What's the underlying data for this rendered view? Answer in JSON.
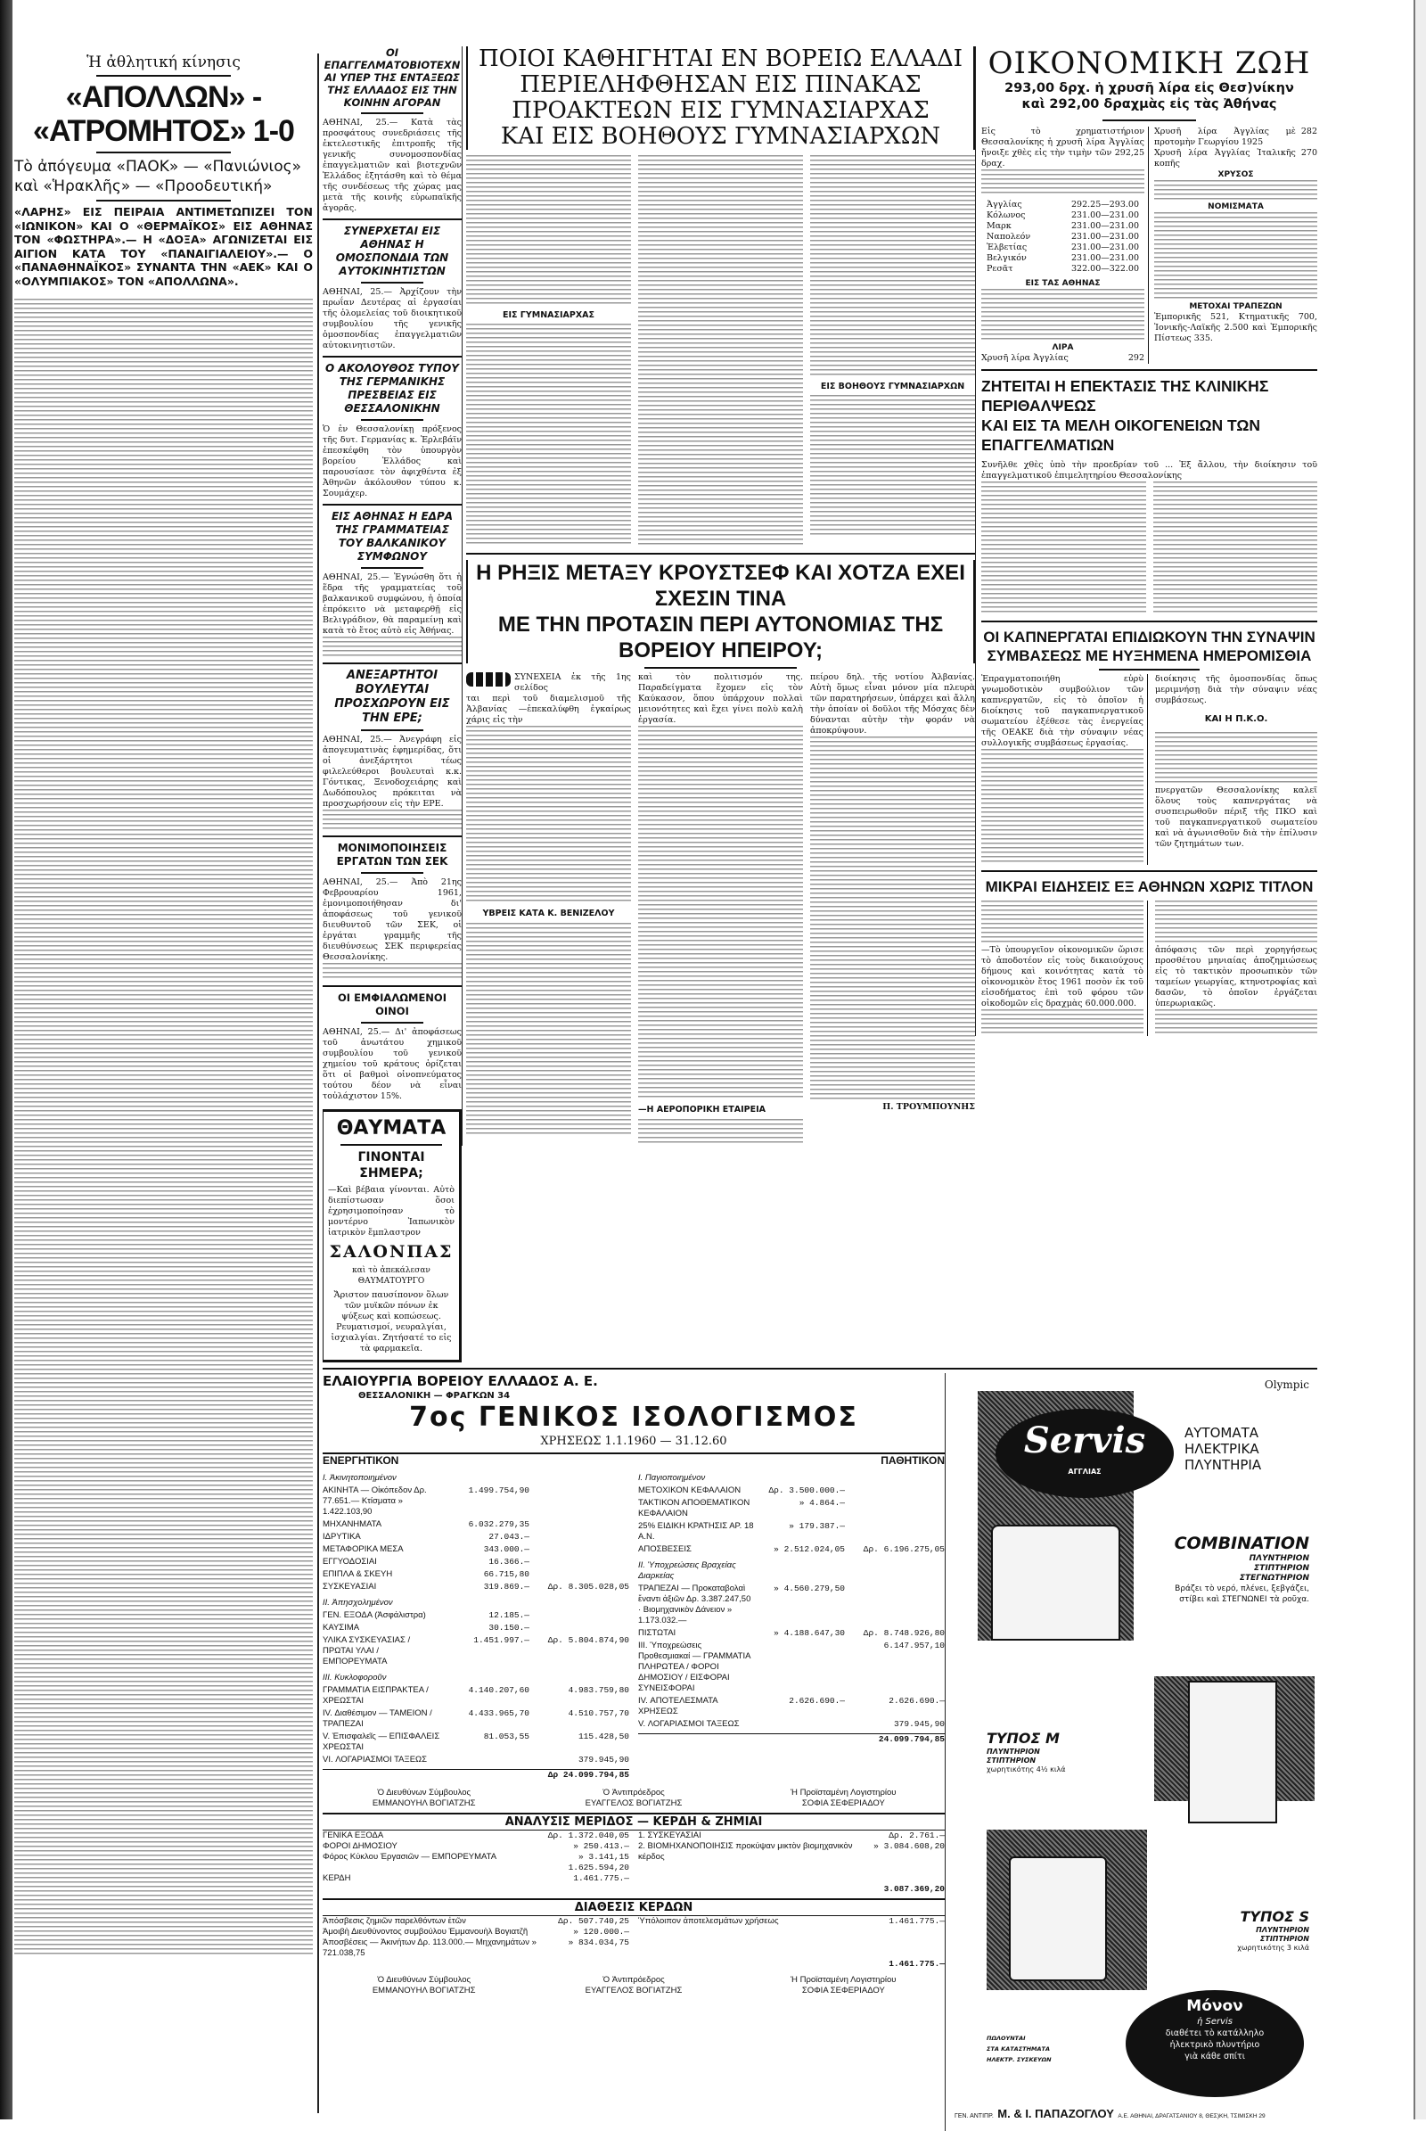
{
  "sports": {
    "kicker": "Ἡ ἀθλητική κίνησις",
    "headline": "«ΑΠΟΛΛΩΝ» - «ΑΤΡΟΜΗΤΟΣ» 1-0",
    "sub1": "Τὸ ἀπόγευμα «ΠΑΟΚ» — «Πανιώνιος»",
    "sub2": "καὶ «Ἡρακλῆς» — «Προοδευτική»",
    "deck": "«ΛΑΡΗΣ» ΕΙΣ ΠΕΙΡΑΙΑ ΑΝΤΙΜΕΤΩΠΙΖΕΙ ΤΟΝ «ΙΩΝΙΚΟΝ» ΚΑΙ Ο «ΘΕΡΜΑΪΚΟΣ» ΕΙΣ ΑΘΗΝΑΣ ΤΟΝ «ΦΩΣΤΗΡΑ».— Η «ΔΟΞΑ» ΑΓΩΝΙΖΕΤΑΙ ΕΙΣ ΑΙΓΙΟΝ ΚΑΤΑ ΤΟΥ «ΠΑΝΑΙΓΙΑΛΕΙΟΥ».— Ο «ΠΑΝΑΘΗΝΑΪΚΟΣ» ΣΥΝΑΝΤΑ ΤΗΝ «ΑΕΚ» ΚΑΙ Ο «ΟΛΥΜΠΙΑΚΟΣ» ΤΟΝ «ΑΠΟΛΛΩΝΑ»."
  },
  "col2": [
    {
      "title": "ΟΙ ΕΠΑΓΓΕΛΜΑΤΟΒΙΟΤΕΧΝΑΙ ΥΠΕΡ ΤΗΣ ΕΝΤΑΞΕΩΣ ΤΗΣ ΕΛΛΑΔΟΣ ΕΙΣ ΤΗΝ ΚΟΙΝΗΝ ΑΓΟΡΑΝ",
      "text": "ΑΘΗΝΑΙ, 25.— Κατὰ τὰς προσφάτους συνεδριάσεις τῆς ἐκτελεστικῆς ἐπιτροπῆς τῆς γενικῆς συνομοσπονδίας ἐπαγγελματιῶν καὶ βιοτεχνῶν Ἑλλάδος ἐξητάσθη καὶ τὸ θέμα τῆς συνδέσεως τῆς χώρας μας μετὰ τῆς κοινῆς εὐρωπαϊκῆς ἀγορᾶς."
    },
    {
      "title": "ΣΥΝΕΡΧΕΤΑΙ ΕΙΣ ΑΘΗΝΑΣ Η ΟΜΟΣΠΟΝΔΙΑ ΤΩΝ ΑΥΤΟΚΙΝΗΤΙΣΤΩΝ",
      "text": "ΑΘΗΝΑΙ, 25.— Ἀρχίζουν τὴν πρωΐαν Δευτέρας αἱ ἐργασίαι τῆς ὁλομελείας τοῦ διοικητικοῦ συμβουλίου τῆς γενικῆς ὁμοσπονδίας ἐπαγγελματιῶν αὐτοκινητιστῶν."
    },
    {
      "title": "Ο ΑΚΟΛΟΥΘΟΣ ΤΥΠΟΥ ΤΗΣ ΓΕΡΜΑΝΙΚΗΣ ΠΡΕΣΒΕΙΑΣ ΕΙΣ ΘΕΣΣΑΛΟΝΙΚΗΝ",
      "text": "Ὁ ἐν Θεσσαλονίκῃ πρόξενος τῆς δυτ. Γερμανίας κ. Ἐρλεβάϊν ἐπεσκέφθη τὸν ὑπουργὸν βορείου Ἑλλάδος καὶ παρουσίασε τὸν ἀφιχθέντα ἐξ Ἀθηνῶν ἀκόλουθον τύπου κ. Σουμάχερ."
    },
    {
      "title": "ΕΙΣ ΑΘΗΝΑΣ Η ΕΔΡΑ ΤΗΣ ΓΡΑΜΜΑΤΕΙΑΣ ΤΟΥ ΒΑΛΚΑΝΙΚΟΥ ΣΥΜΦΩΝΟΥ",
      "text": "ΑΘΗΝΑΙ, 25.— Ἐγνώσθη ὅτι ἡ ἕδρα τῆς γραμματείας τοῦ βαλκανικοῦ συμφώνου, ἡ ὁποία ἐπρόκειτο νὰ μεταφερθῇ εἰς Βελιγράδιον, θὰ παραμείνῃ καὶ κατὰ τὸ ἔτος αὐτὸ εἰς Ἀθήνας."
    },
    {
      "title": "ΑΝΕΞΑΡΤΗΤΟΙ ΒΟΥΛΕΥΤΑΙ ΠΡΟΣΧΩΡΟΥΝ ΕΙΣ ΤΗΝ ΕΡΕ;",
      "text": "ΑΘΗΝΑΙ, 25.— Ἀνεγράφη εἰς ἀπογευματινὰς ἐφημερίδας, ὅτι οἱ ἀνεξάρτητοι τέως φιλελεύθεροι βουλευταὶ κ.κ. Γόντικας, Ξενοδοχειάρης καὶ Δωδόπουλος πρόκειται νὰ προσχωρήσουν εἰς τὴν ΕΡΕ."
    },
    {
      "title": "ΜΟΝΙΜΟΠΟΙΗΣΕΙΣ ΕΡΓΑΤΩΝ ΤΩΝ ΣΕΚ",
      "text": "ΑΘΗΝΑΙ, 25.— Ἀπὸ 21ης Φεβρουαρίου 1961, ἐμονιμοποιήθησαν δι' ἀποφάσεως τοῦ γενικοῦ διευθυντοῦ τῶν ΣΕΚ, οἱ ἐργάται γραμμῆς τῆς διευθύνσεως ΣΕΚ περιφερείας Θεσσαλονίκης."
    },
    {
      "title": "ΟΙ ΕΜΦΙΑΛΩΜΕΝΟΙ ΟΙΝΟΙ",
      "text": "ΑΘΗΝΑΙ, 25.— Δι' ἀποφάσεως τοῦ ἀνωτάτου χημικοῦ συμβουλίου τοῦ γενικοῦ χημείου τοῦ κράτους ὁρίζεται ὅτι οἱ βαθμοὶ οἰνοπνεύματος τούτου δέον νὰ εἶναι τοὐλάχιστον 15%."
    }
  ],
  "salonpas_ad": {
    "title": "ΘΑΥΜΑΤΑ",
    "subtitle": "ΓΙΝΟΝΤΑΙ ΣΗΜΕΡΑ;",
    "intro": "—Καὶ βέβαια γίνονται. Αὐτὸ διεπίστωσαν ὅσοι ἐχρησιμοποίησαν τὸ μοντέρνο Ἰαπωνικὸν ἰατρικὸν ἔμπλαστρον",
    "brand": "ΣΑΛΟΝΠΑΣ",
    "tagline": "καὶ τὸ ἀπεκάλεσαν ΘΑΥΜΑΤΟΥΡΓΟ",
    "body": "Ἄριστον παυσίπονον ὅλων τῶν μυϊκῶν πόνων ἐκ ψύξεως καὶ κοπώσεως. Ρευματισμοί, νευραλγίαι, ἰσχιαλγίαι. Ζητήσατέ το εἰς τὰ φαρμακεῖα."
  },
  "teachers": {
    "headline": [
      "ΠΟΙΟΙ ΚΑΘΗΓΗΤΑΙ ΕΝ ΒΟΡΕΙΩ ΕΛΛΑΔΙ",
      "ΠΕΡΙΕΛΗΦΘΗΣΑΝ ΕΙΣ ΠΙΝΑΚΑΣ",
      "ΠΡΟΑΚΤΕΩΝ ΕΙΣ ΓΥΜΝΑΣΙΑΡΧΑΣ",
      "ΚΑΙ ΕΙΣ ΒΟΗΘΟΥΣ ΓΥΜΝΑΣΙΑΡΧΩΝ"
    ],
    "subheads": [
      "ΕΙΣ ΓΥΜΝΑΣΙΑΡΧΑΣ",
      "ΕΙΣ ΒΟΗΘΟΥΣ ΓΥΜΝΑΣΙΑΡΧΩΝ"
    ]
  },
  "albania": {
    "headline": [
      "Η ΡΗΞΙΣ ΜΕΤΑΞΥ ΚΡΟΥΣΤΣΕΦ ΚΑΙ ΧΟΤΖΑ ΕΧΕΙ ΣΧΕΣΙΝ ΤΙΝΑ",
      "ΜΕ ΤΗΝ ΠΡΟΤΑΣΙΝ ΠΕΡΙ ΑΥΤΟΝΟΜΙΑΣ ΤΗΣ ΒΟΡΕΙΟΥ ΗΠΕΙΡΟΥ;"
    ],
    "continued": "ΣΥΝΕΧΕΙΑ ἐκ τῆς 1ης σελίδος",
    "lead": "ται περὶ τοῦ διαμελισμοῦ τῆς Ἀλβανίας —ἐπεκαλύφθη ἐγκαίρως χάρις εἰς τὴν",
    "col2": "καὶ τὸν πολιτισμόν της. Παραδείγματα ἔχομεν εἰς τὸν Καύκασον, ὅπου ὑπάρχουν πολλαὶ μειονότητες καὶ ἔχει γίνει πολὺ καλὴ ἐργασία.",
    "col3": "πείρου δηλ. τῆς νοτίου Ἀλβανίας. Αὐτὴ ὅμως εἶναι μόνον μία πλευρὰ τῶν παρατηρήσεων, ὑπάρχει καὶ ἄλλη τὴν ὁποίαν οἱ δοῦλοι τῆς Μόσχας δὲν δύνανται αὐτὴν τὴν φοράν νὰ ἀποκρύψουν.",
    "subhead": "ΥΒΡΕΙΣ ΚΑΤΑ Κ. ΒΕΝΙΖΕΛΟΥ",
    "subhead2": "—Η ΑΕΡΟΠΟΡΙΚΗ ΕΤΑΙΡΕΙΑ",
    "byline": "Π. ΤΡΟΥΜΠΟΥΝΗΣ"
  },
  "economy": {
    "headline": "ΟΙΚΟΝΟΜΙΚΗ ΖΩΗ",
    "sub1": "293,00 δρχ. ἡ χρυσῆ λίρα εἰς Θεσ)νίκην",
    "sub2": "καὶ 292,00 δραχμὰς εἰς τὰς Ἀθήνας",
    "lead": "Εἰς τὸ χρηματιστήριον Θεσσαλονίκης ἡ χρυσῆ λίρα Ἀγγλίας ἤνοιξε χθὲς εἰς τὴν τιμὴν τῶν 292,25 δραχ.",
    "coin_rows": [
      {
        "label": "Χρυσῆ λίρα Ἀγγλίας μὲ προτομὴν Γεωργίου 1925",
        "value": "282"
      },
      {
        "label": "Χρυσῆ λίρα Ἀγγλίας Ἰταλικῆς κοπῆς",
        "value": "270"
      }
    ],
    "currency_rows": [
      {
        "label": "Ἀγγλίας",
        "value": "292.25—293.00"
      },
      {
        "label": "Κόλωνος",
        "value": "231.00—231.00"
      },
      {
        "label": "Μαρκ",
        "value": "231.00—231.00"
      },
      {
        "label": "Ναπολεόν",
        "value": "231.00—231.00"
      },
      {
        "label": "Ἑλβετίας",
        "value": "231.00—231.00"
      },
      {
        "label": "Βελγικόν",
        "value": "231.00—231.00"
      },
      {
        "label": "Ρεσᾶτ",
        "value": "322.00—322.00"
      }
    ],
    "athens_head": "ΕΙΣ ΤΑΣ ΑΘΗΝΑΣ",
    "section_gold": "ΧΡΥΣΟΣ",
    "section_notes": "ΝΟΜΙΣΜΑΤΑ",
    "section_banks": "ΜΕΤΟΧΑΙ ΤΡΑΠΕΖΩΝ",
    "banks_text": "Ἐμπορικῆς 521, Κτηματικῆς 700, Ἰονικῆς-Λαϊκῆς 2.500 καὶ Ἐμπορικῆς Πίστεως 335.",
    "lira_head": "ΛΙΡΑ",
    "lira_label": "Χρυσῆ λίρα Ἀγγλίας",
    "lira_value": "292"
  },
  "clinical": {
    "headline": [
      "ΖΗΤΕΙΤΑΙ Η ΕΠΕΚΤΑΣΙΣ ΤΗΣ ΚΛΙΝΙΚΗΣ ΠΕΡΙΘΑΛΨΕΩΣ",
      "ΚΑΙ ΕΙΣ ΤΑ ΜΕΛΗ ΟΙΚΟΓΕΝΕΙΩΝ ΤΩΝ ΕΠΑΓΓΕΛΜΑΤΙΩΝ"
    ],
    "lead": "Συνῆλθε χθὲς ὑπὸ τὴν προεδρίαν τοῦ ... Ἐξ ἄλλου, τὴν διοίκησιν τοῦ ἐπαγγελματικοῦ ἐπιμελητηρίου Θεσσαλονίκης"
  },
  "tobacco": {
    "headline": [
      "ΟΙ ΚΑΠΝΕΡΓΑΤΑΙ ΕΠΙΔΙΩΚΟΥΝ ΤΗΝ ΣΥΝΑΨΙΝ",
      "ΣΥΜΒΑΣΕΩΣ ΜΕ ΗΥΞΗΜΕΝΑ ΗΜΕΡΟΜΙΣΘΙΑ"
    ],
    "lead": "Ἐπραγματοποιήθη εὐρὺ γνωμοδοτικὸν συμβούλιον τῶν καπνεργατῶν, εἰς τὸ ὁποῖον ἡ διοίκησις τοῦ παγκαπνεργατικοῦ σωματείου ἐξέθεσε τὰς ἐνεργείας τῆς ΟΕΑΚΕ διὰ τὴν σύναψιν νέας συλλογικῆς συμβάσεως ἐργασίας.",
    "right": "διοίκησις τῆς ὁμοσπονδίας ὅπως μεριμνήσῃ διὰ τὴν σύναψιν νέας συμβάσεως.",
    "subhead": "ΚΑΙ Η Π.Κ.Ο.",
    "end": "πνεργατῶν Θεσσαλονίκης καλεῖ ὅλους τοὺς καπνεργάτας νὰ συσπειρωθοῦν πέριξ τῆς ΠΚΟ καὶ τοῦ παγκαπνεργατικοῦ σωματείου καὶ νὰ ἀγωνισθοῦν διὰ τὴν ἐπίλυσιν τῶν ζητημάτων των."
  },
  "brief": {
    "headline": "ΜΙΚΡΑΙ ΕΙΔΗΣΕΙΣ ΕΞ ΑΘΗΝΩΝ ΧΩΡΙΣ ΤΙΤΛΟΝ",
    "left": "—Τὸ ὑπουργεῖον οἰκονομικῶν ὥρισε τὸ ἀποδοτέον εἰς τοὺς δικαιούχους δήμους καὶ κοινότητας κατὰ τὸ οἰκονομικὸν ἔτος 1961 ποσὸν ἐκ τοῦ εἰσοδήματος ἐπὶ τοῦ φόρου τῶν οἰκοδομῶν εἰς δραχμὰς 60.000.000.",
    "right": "ἀπόφασις τῶν περὶ χορηγήσεως προσθέτου μηνιαίας ἀποζημιώσεως εἰς τὸ τακτικὸν προσωπικὸν τῶν ταμείων γεωργίας, κτηνοτροφίας καὶ δασῶν, τὸ ὁποῖον ἐργάζεται ὑπερωριακῶς."
  },
  "balance": {
    "company": "ΕΛΑΙΟΥΡΓΙΑ ΒΟΡΕΙΟΥ ΕΛΛΑΔΟΣ Α. Ε.",
    "address": "ΘΕΣΣΑΛΟΝΙΚΗ — ΦΡΑΓΚΩΝ 34",
    "title": "7ος ΓΕΝΙΚΟΣ ΙΣΟΛΟΓΙΣΜΟΣ",
    "period": "ΧΡΗΣΕΩΣ 1.1.1960 — 31.12.60",
    "assets_head": "ΕΝΕΡΓΗΤΙΚΟΝ",
    "liab_head": "ΠΑΘΗΤΙΚΟΝ",
    "assets": [
      {
        "label": "I. Ἀκινητοποιημένον",
        "amount": "",
        "total": "",
        "head": true
      },
      {
        "label": "ΑΚΙΝΗΤΑ — Οἰκόπεδον Δρ. 77.651.— Κτίσματα » 1.422.103,90",
        "amount": "1.499.754,90",
        "total": ""
      },
      {
        "label": "ΜΗΧΑΝΗΜΑΤΑ",
        "amount": "6.032.279,35",
        "total": ""
      },
      {
        "label": "ΙΔΡΥΤΙΚΑ",
        "amount": "27.043.—",
        "total": ""
      },
      {
        "label": "ΜΕΤΑΦΟΡΙΚΑ ΜΕΣΑ",
        "amount": "343.000.—",
        "total": ""
      },
      {
        "label": "ΕΓΓΥΟΔΟΣΙΑΙ",
        "amount": "16.366.—",
        "total": ""
      },
      {
        "label": "ΕΠΙΠΛΑ & ΣΚΕΥΗ",
        "amount": "66.715,80",
        "total": ""
      },
      {
        "label": "ΣΥΣΚΕΥΑΣΙΑΙ",
        "amount": "319.869.—",
        "total": "Δρ. 8.305.028,05"
      },
      {
        "label": "II. Ἀπησχολημένον",
        "amount": "",
        "total": "",
        "head": true
      },
      {
        "label": "ΓΕΝ. ΕΞΟΔΑ (Ἀσφάλιστρα)",
        "amount": "12.185.—",
        "total": ""
      },
      {
        "label": "ΚΑΥΣΙΜΑ",
        "amount": "30.150.—",
        "total": ""
      },
      {
        "label": "ΥΛΙΚΑ ΣΥΣΚΕΥΑΣΙΑΣ / ΠΡΩΤΑΙ ΥΛΑΙ / ΕΜΠΟΡΕΥΜΑΤΑ",
        "amount": "1.451.997.—",
        "total": "Δρ. 5.804.874,90"
      },
      {
        "label": "III. Κυκλοφοροῦν",
        "amount": "",
        "total": "",
        "head": true
      },
      {
        "label": "ΓΡΑΜΜΑΤΙΑ ΕΙΣΠΡΑΚΤΕΑ / ΧΡΕΩΣΤΑΙ",
        "amount": "4.140.207,60",
        "total": "4.983.759,80"
      },
      {
        "label": "IV. Διαθέσιμον — ΤΑΜΕΙΟΝ / ΤΡΑΠΕΖΑΙ",
        "amount": "4.433.965,70",
        "total": "4.510.757,70"
      },
      {
        "label": "V. Ἐπισφαλεῖς — ΕΠΙΣΦΑΛΕΙΣ ΧΡΕΩΣΤΑΙ",
        "amount": "81.053,55",
        "total": "115.428,50"
      },
      {
        "label": "VI. ΛΟΓΑΡΙΑΣΜΟΙ ΤΑΞΕΩΣ",
        "amount": "",
        "total": "379.945,90"
      }
    ],
    "assets_total": "Δρ 24.099.794,85",
    "liabilities": [
      {
        "label": "I. Παγιοποιημένον",
        "amount": "",
        "total": "",
        "head": true
      },
      {
        "label": "ΜΕΤΟΧΙΚΟΝ ΚΕΦΑΛΑΙΟΝ",
        "amount": "Δρ. 3.500.000.—",
        "total": ""
      },
      {
        "label": "ΤΑΚΤΙΚΟΝ ΑΠΟΘΕΜΑΤΙΚΟΝ ΚΕΦΑΛΑΙΟΝ",
        "amount": "» 4.864.—",
        "total": ""
      },
      {
        "label": "25% ΕΙΔΙΚΗ ΚΡΑΤΗΣΙΣ ΑΡ. 18 Α.Ν.",
        "amount": "» 179.387.—",
        "total": ""
      },
      {
        "label": "ΑΠΟΣΒΕΣΕΙΣ",
        "amount": "» 2.512.024,05",
        "total": "Δρ. 6.196.275,05"
      },
      {
        "label": "II. Ὑποχρεώσεις Βραχείας Διαρκείας",
        "amount": "",
        "total": "",
        "head": true
      },
      {
        "label": "ΤΡΑΠΕΖΑΙ — Προκαταβολαὶ ἔναντι ἀξιῶν Δρ. 3.387.247,50 · Βιομηχανικὸν Δάνειον » 1.173.032.—",
        "amount": "» 4.560.279,50",
        "total": ""
      },
      {
        "label": "ΠΙΣΤΩΤΑΙ",
        "amount": "» 4.188.647,30",
        "total": "Δρ. 8.748.926,80"
      },
      {
        "label": "III. Ὑποχρεώσεις Προθεσμιακαί — ΓΡΑΜΜΑΤΙΑ ΠΛΗΡΩΤΕΑ / ΦΟΡΟΙ ΔΗΜΟΣΙΟΥ / ΕΙΣΦΟΡΑΙ ΣΥΝΕΙΣΦΟΡΑΙ",
        "amount": "",
        "total": "6.147.957,10"
      },
      {
        "label": "IV. ΑΠΟΤΕΛΕΣΜΑΤΑ ΧΡΗΣΕΩΣ",
        "amount": "2.626.690.—",
        "total": "2.626.690.—"
      },
      {
        "label": "V. ΛΟΓΑΡΙΑΣΜΟΙ ΤΑΞΕΩΣ",
        "amount": "",
        "total": "379.945,90"
      }
    ],
    "liab_total": "24.099.794,85",
    "signatures": [
      {
        "role": "Ὁ Διευθύνων Σύμβουλος",
        "name": "ΕΜΜΑΝΟΥΗΛ ΒΟΓΙΑΤΖΗΣ"
      },
      {
        "role": "Ὁ Ἀντιπρόεδρος",
        "name": "ΕΥΑΓΓΕΛΟΣ ΒΟΓΙΑΤΖΗΣ"
      },
      {
        "role": "Ἡ Προϊσταμένη Λογιστηρίου",
        "name": "ΣΟΦΙΑ ΣΕΦΕΡΙΑΔΟΥ"
      }
    ],
    "pl_title": "ΑΝΑΛΥΣΙΣ ΜΕΡΙΔΟΣ — ΚΕΡΔΗ & ΖΗΜΙΑΙ",
    "pl_debit": [
      {
        "label": "ΓΕΝΙΚΑ ΕΞΟΔΑ",
        "amount": "Δρ. 1.372.040,05"
      },
      {
        "label": "ΦΟΡΟΙ ΔΗΜΟΣΙΟΥ",
        "amount": "» 250.413.—"
      },
      {
        "label": "Φόρος Κύκλου Ἐργασιῶν — ΕΜΠΟΡΕΥΜΑΤΑ",
        "amount": "» 3.141,15"
      },
      {
        "label": "",
        "amount": "1.625.594,20"
      },
      {
        "label": "ΚΕΡΔΗ",
        "amount": "1.461.775.—"
      }
    ],
    "pl_credit": [
      {
        "label": "1. ΣΥΣΚΕΥΑΣΙΑΙ",
        "amount": "Δρ. 2.761.—"
      },
      {
        "label": "2. ΒΙΟΜΗΧΑΝΟΠΟΙΗΣΙΣ προκύψαν μικτὸν βιομηχανικὸν κέρδος",
        "amount": "» 3.084.608,20"
      }
    ],
    "pl_total": "3.087.369,20",
    "dist_title": "ΔΙΑΘΕΣΙΣ ΚΕΡΔΩΝ",
    "dist_debit": [
      {
        "label": "Ἀπόσβεσις ζημιῶν παρελθόντων ἐτῶν",
        "amount": "Δρ. 507.740,25"
      },
      {
        "label": "Ἀμοιβὴ Διευθύνοντος συμβούλου Ἐμμανουὴλ Βογιατζῆ",
        "amount": "» 120.000.—"
      },
      {
        "label": "Ἀποσβέσεις — Ἀκινήτων Δρ. 113.000.— Μηχανημάτων » 721.038,75",
        "amount": "» 834.034,75"
      }
    ],
    "dist_credit": {
      "label": "Ὑπόλοιπον ἀποτελεσμάτων χρήσεως",
      "amount": "1.461.775.—"
    },
    "dist_total": "1.461.775.—"
  },
  "servis_ad": {
    "sponsor": "Olympic",
    "brand": "Servis",
    "origin": "ΑΓΓΛΙΑΣ",
    "headline": [
      "ΑΥΤΟΜΑΤΑ",
      "ΗΛΕΚΤΡΙΚΑ",
      "ΠΛΥΝΤΗΡΙΑ"
    ],
    "combo_title": "COMBINATION",
    "combo_lines": [
      "ΠΛΥΝΤΗΡΙΟΝ",
      "ΣΤΙΠΤΗΡΙΟΝ",
      "ΣΤΕΓΝΩΤΗΡΙΟΝ"
    ],
    "combo_desc": "Βράζει τὸ νερό, πλένει, ξεβγάζει, στίβει καὶ ΣΤΕΓΝΩΝΕΙ τὰ ροῦχα.",
    "type_m": "ΤΥΠΟΣ Μ",
    "type_m_lines": [
      "ΠΛΥΝΤΗΡΙΟΝ",
      "ΣΤΙΠΤΗΡΙΟΝ"
    ],
    "type_m_cap": "χωρητικότης 4½ κιλά",
    "type_s": "ΤΥΠΟΣ S",
    "type_s_lines": [
      "ΠΛΥΝΤΗΡΙΟΝ",
      "ΣΤΙΠΤΗΡΙΟΝ"
    ],
    "type_s_cap": "χωρητικότης 3 κιλά",
    "sold": [
      "ΠΩΛΟΥΝΤΑΙ",
      "ΣΤΑ ΚΑΤΑΣΤΗΜΑΤΑ",
      "ΗΛΕΚΤΡ. ΣΥΣΚΕΥΩΝ"
    ],
    "oval": [
      "Μόνον",
      "ἡ Servis",
      "διαθέτει τὸ κατάλληλο",
      "ἠλεκτρικὸ πλυντήριο",
      "γιὰ κάθε σπίτι"
    ],
    "footer_pre": "ΓΕΝ. ΑΝΤΙΠΡ.",
    "footer_name": "Μ. & Ι. ΠΑΠΑΖΟΓΛΟΥ",
    "footer_post": "Α.Ε. ΑΘΗΝΑΙ, ΔΡΑΓΑΤΣΑΝΙΟΥ 8, ΘΕΣ)ΚΗ, ΤΣΙΜΙΣΚΗ 29"
  }
}
